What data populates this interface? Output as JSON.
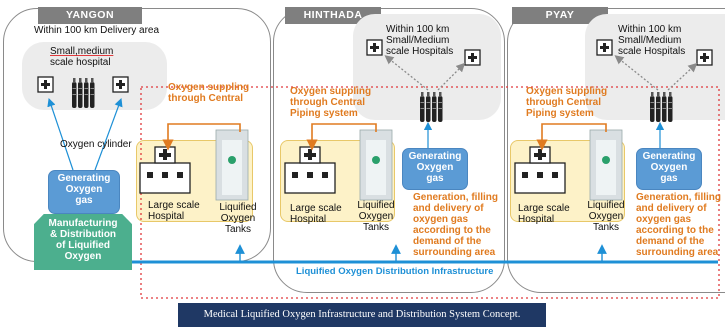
{
  "regions": [
    {
      "title": "YANGON"
    },
    {
      "title": "HINTHADA"
    },
    {
      "title": "PYAY"
    }
  ],
  "yangon": {
    "delivery_area": "Within 100 km Delivery area",
    "hospital_label_1": "Small,medium",
    "hospital_label_2": "scale hospital",
    "cylinder_label": "Oxygen cylinder",
    "generating_1": "Generating",
    "generating_2": "Oxygen",
    "generating_3": "gas",
    "manufacturing_1": "Manufacturing",
    "manufacturing_2": "& Distribution",
    "manufacturing_3": "of Liquified",
    "manufacturing_4": "Oxygen"
  },
  "hinthada": {
    "within_1": "Within 100 km",
    "within_2": "Small/Medium",
    "within_3": "scale Hospitals",
    "supply_1": "Oxygen suppling",
    "supply_2": "through Central",
    "supply_3": "Piping system",
    "large_1": "Large scale",
    "large_2": "Hospital",
    "tanks_1": "Liquified",
    "tanks_2": "Oxygen",
    "tanks_3": "Tanks",
    "gen_1": "Generating",
    "gen_2": "Oxygen",
    "gen_3": "gas",
    "delivery_1": "Generation, filling",
    "delivery_2": "and delivery of",
    "delivery_3": "oxygen gas",
    "delivery_4": "according to the",
    "delivery_5": "demand of the",
    "delivery_6": "surrounding area"
  },
  "pyay": {
    "within_1": "Within 100 km",
    "within_2": "Small/Medium",
    "within_3": "scale Hospitals",
    "supply_1": "Oxygen suppling",
    "supply_2": "through Central",
    "supply_3": "Piping system",
    "large_1": "Large scale",
    "large_2": "Hospital",
    "tanks_1": "Liquified",
    "tanks_2": "Oxygen",
    "tanks_3": "Tanks",
    "gen_1": "Generating",
    "gen_2": "Oxygen",
    "gen_3": "gas",
    "delivery_1": "Generation, filling",
    "delivery_2": "and delivery of",
    "delivery_3": "oxygen gas",
    "delivery_4": "according to the",
    "delivery_5": "demand of the",
    "delivery_6": "surrounding area"
  },
  "infrastructure_label": "Liquified Oxygen Distribution Infrastructure",
  "caption": "Medical Liquified Oxygen Infrastructure and Distribution System Concept.",
  "colors": {
    "accent_orange": "#e07b20",
    "generating_blue": "#5b9bd5",
    "manufacturing_green": "#4caf8e",
    "pipeline_blue": "#1e90d6",
    "dotted_red": "#e0393c",
    "caption_bg": "#1f3864"
  }
}
